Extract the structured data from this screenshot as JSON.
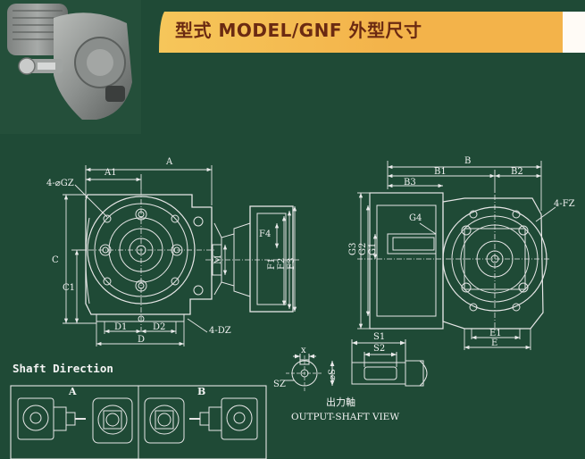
{
  "banner": {
    "title": "型式 MODEL/GNF 外型尺寸"
  },
  "front_view_labels": {
    "A": "A",
    "A1": "A1",
    "GZ": "4-⌀GZ",
    "C": "C",
    "C1": "C1",
    "D": "D",
    "D1": "D1",
    "D2": "D2",
    "DZ": "4-DZ"
  },
  "side_view_labels": {
    "F1": "F1",
    "F2": "F2",
    "F3": "F3",
    "F4": "F4",
    "M": "M"
  },
  "right_view_labels": {
    "B": "B",
    "B1": "B1",
    "B2": "B2",
    "B3": "B3",
    "G1": "G1",
    "G2": "G2",
    "G3": "G3",
    "G4": "G4",
    "FZ": "4-FZ",
    "E": "E",
    "E1": "E1"
  },
  "output_shaft": {
    "X": "x",
    "SZ": "SZ",
    "D": "⌀S",
    "S1": "S1",
    "S2": "S2",
    "caption_cn": "出力軸",
    "caption_en": "OUTPUT-SHAFT VIEW"
  },
  "shaft_direction": {
    "title": "Shaft Direction",
    "A": "A",
    "B": "B"
  },
  "colors": {
    "background": "#1f4a36",
    "lines": "#eaeaea",
    "banner": "#f3b34a",
    "banner_text": "#6b2a12"
  }
}
